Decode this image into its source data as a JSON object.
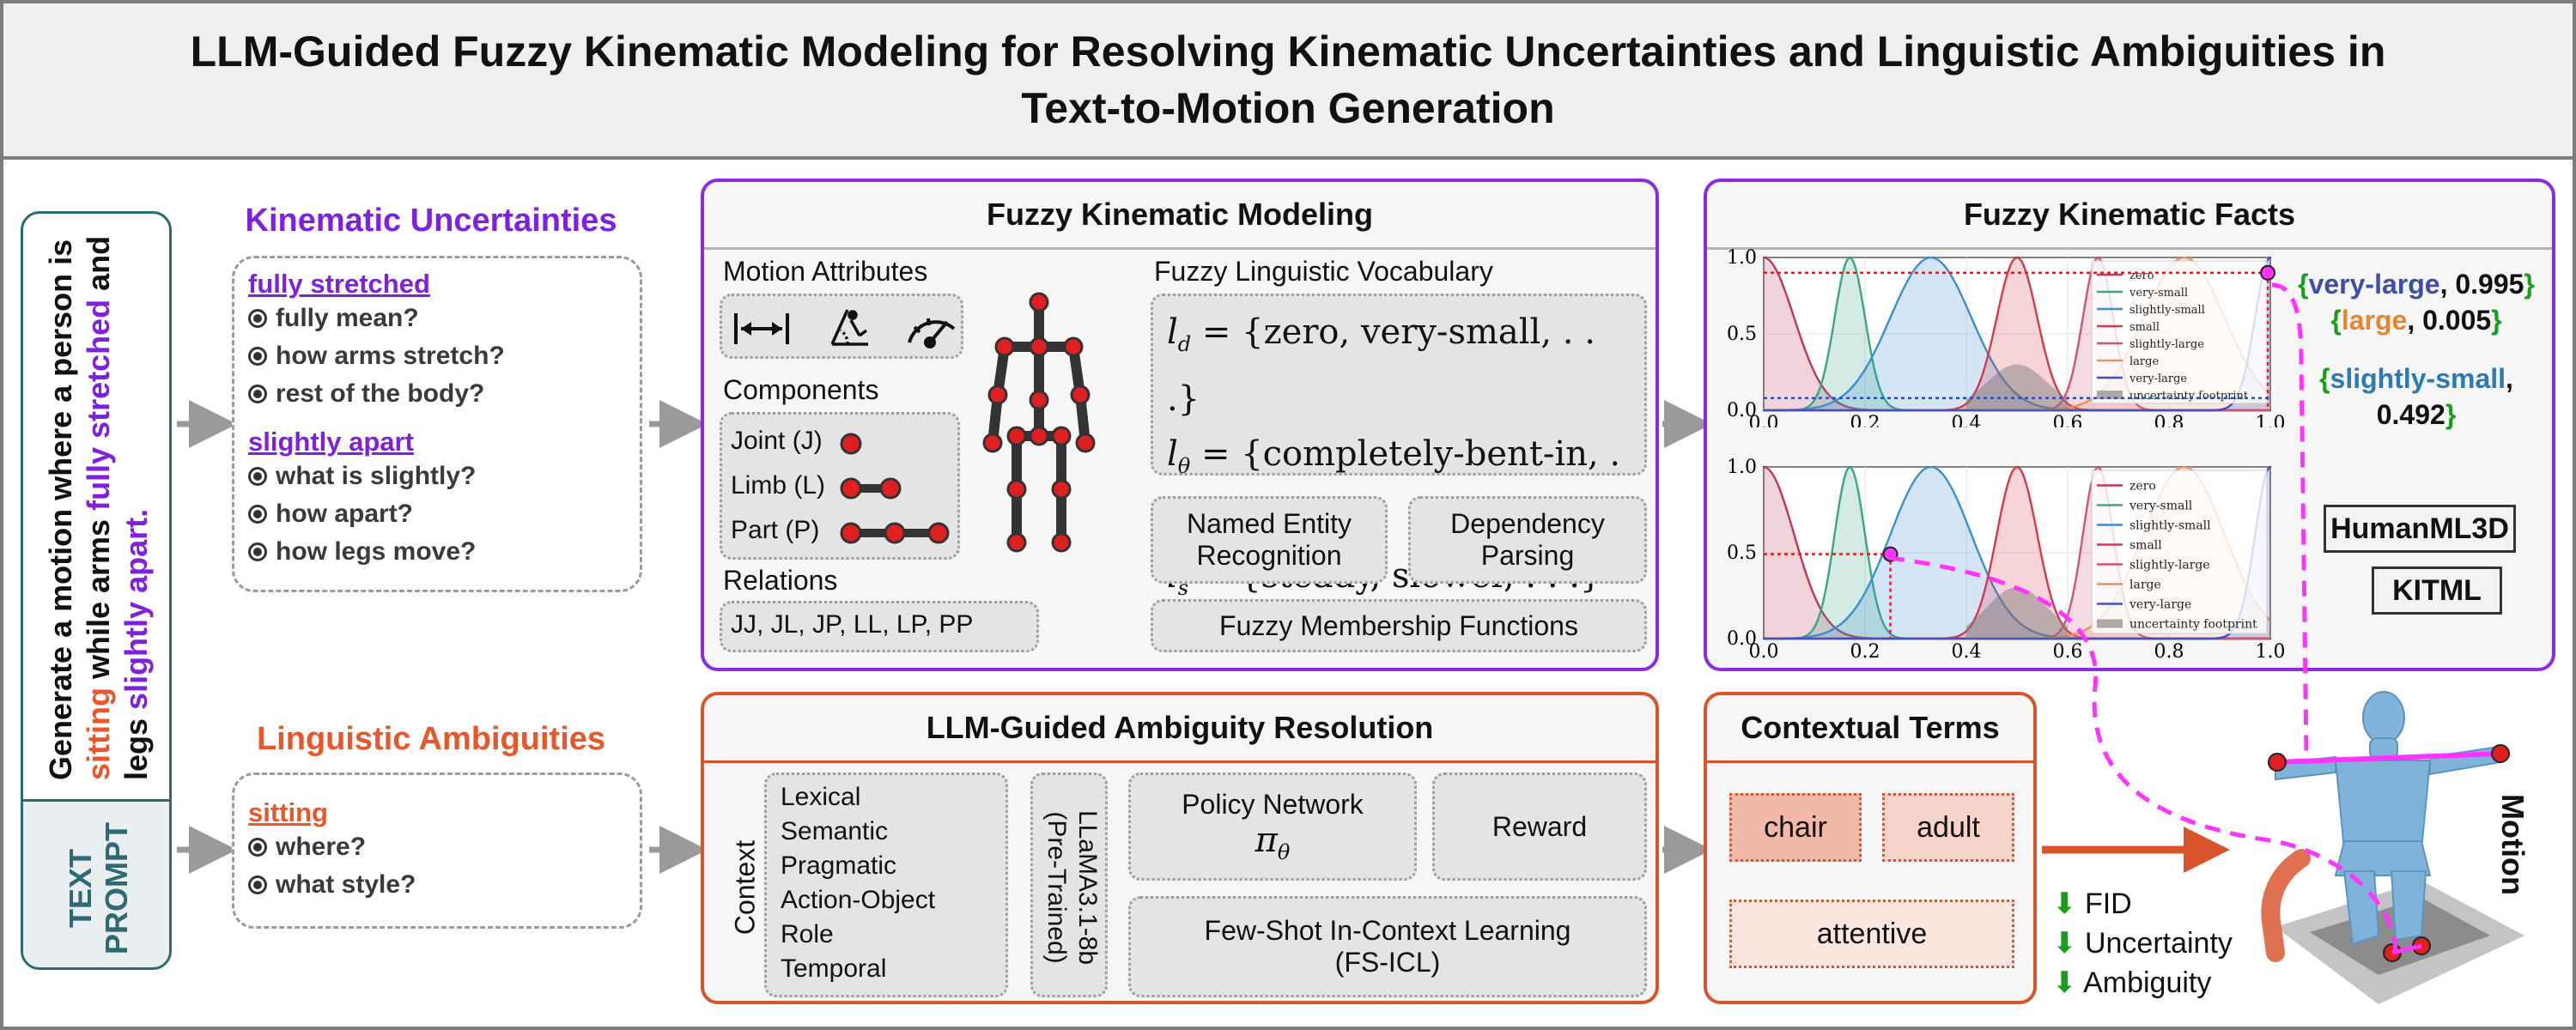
{
  "header": {
    "title_line1": "LLM-Guided Fuzzy Kinematic Modeling for Resolving Kinematic Uncertainties and Linguistic Ambiguities in",
    "title_line2": "Text-to-Motion Generation"
  },
  "prompt": {
    "seg1": "Generate a motion where a person is ",
    "word_sitting": "sitting",
    "seg2": " while arms ",
    "word_fully_stretched": "fully stretched",
    "seg3": " and legs ",
    "word_slightly_apart": "slightly apart.",
    "label_line1": "TEXT",
    "label_line2": "PROMPT"
  },
  "kinematic_uncertainties": {
    "title": "Kinematic Uncertainties",
    "group1_head": "fully stretched",
    "group1_items": [
      "fully mean?",
      "how arms stretch?",
      "rest of the body?"
    ],
    "group2_head": "slightly apart",
    "group2_items": [
      "what is slightly?",
      "how apart?",
      "how legs move?"
    ]
  },
  "linguistic_ambiguities": {
    "title": "Linguistic Ambiguities",
    "head": "sitting",
    "items": [
      "where?",
      "what style?"
    ]
  },
  "fuzzy_modeling": {
    "title": "Fuzzy Kinematic Modeling",
    "motion_attributes": "Motion Attributes",
    "components": "Components",
    "joint": "Joint (J)",
    "limb": "Limb (L)",
    "part": "Part (P)",
    "relations": "Relations",
    "relations_list": "JJ, JL, JP, LL, LP, PP",
    "vocab_title": "Fuzzy Linguistic Vocabulary",
    "vocab_d_sym": "l",
    "vocab_d_sub": "d",
    "vocab_d": " = {zero, very-small, . . .}",
    "vocab_theta_sym": "l",
    "vocab_theta_sub": "θ",
    "vocab_theta": " = {completely-bent-in, . . .}",
    "vocab_s_sym": "l",
    "vocab_s_sub": "s",
    "vocab_s": " = {steady, slower, . . .}",
    "ner_line1": "Named Entity",
    "ner_line2": "Recognition",
    "dep_line1": "Dependency",
    "dep_line2": "Parsing",
    "membership": "Fuzzy Membership Functions",
    "icons": [
      "distance-icon",
      "angle-icon",
      "speedometer-icon"
    ]
  },
  "facts": {
    "title": "Fuzzy Kinematic Facts",
    "legend": [
      "zero",
      "very-small",
      "slightly-small",
      "small",
      "slightly-large",
      "large",
      "very-large",
      "uncertainty footprint"
    ],
    "x_ticks": [
      "0.0",
      "0.2",
      "0.4",
      "0.6",
      "0.8",
      "1.0"
    ],
    "y_ticks": [
      "0.0",
      "0.5",
      "1.0"
    ],
    "out1_term": "very-large",
    "out1_val": "0.995",
    "out2_term": "large",
    "out2_val": "0.005",
    "out3_term": "slightly-small",
    "out3_val": "0.492",
    "brace_open": "{",
    "brace_close": "}",
    "comma": ", ",
    "bench1": "HumanML3D",
    "bench2": "KITML"
  },
  "ambiguity": {
    "title": "LLM-Guided Ambiguity Resolution",
    "context": "Context",
    "context_list": [
      "Lexical",
      "Semantic",
      "Pragmatic",
      "Action-Object",
      "Role",
      "Temporal"
    ],
    "llm_line1": "LLaMA3.1-8b",
    "llm_line2": "(Pre-Trained)",
    "policy": "Policy Network",
    "policy_sym": "π",
    "policy_sub": "θ",
    "reward": "Reward",
    "fsicl_line1": "Few-Shot In-Context Learning",
    "fsicl_line2": "(FS-ICL)"
  },
  "contextual": {
    "title": "Contextual Terms",
    "terms": [
      "chair",
      "adult",
      "attentive"
    ]
  },
  "metrics": [
    "FID",
    "Uncertainty",
    "Ambiguity"
  ],
  "motion_label": "Motion",
  "colors": {
    "purple": "#8a2be2",
    "orange": "#d9542a",
    "teal": "#2d6a73",
    "magenta": "#ff33ff",
    "green": "#1a9e1a",
    "blue_text": "#3b4fa8",
    "cyan_text": "#2a7ab8"
  },
  "chart_data": [
    {
      "type": "area",
      "x_ticks": [
        0.0,
        0.2,
        0.4,
        0.6,
        0.8,
        1.0
      ],
      "y_ticks": [
        0.0,
        0.5,
        1.0
      ],
      "xlim": [
        0,
        1
      ],
      "ylim": [
        0,
        1
      ],
      "legend_placement": "right",
      "series": [
        {
          "name": "zero",
          "type": "membership",
          "center": 0.0,
          "width": 0.06,
          "color": "#c0365a"
        },
        {
          "name": "very-small",
          "type": "membership",
          "center": 0.17,
          "width": 0.03,
          "color": "#3aa58a"
        },
        {
          "name": "slightly-small",
          "type": "membership",
          "center": 0.33,
          "width": 0.08,
          "color": "#3b8fd0"
        },
        {
          "name": "small",
          "type": "membership",
          "center": 0.5,
          "width": 0.04,
          "color": "#d63a4a"
        },
        {
          "name": "slightly-large",
          "type": "membership",
          "center": 0.66,
          "width": 0.03,
          "color": "#cc5577"
        },
        {
          "name": "large",
          "type": "membership",
          "center": 0.83,
          "width": 0.08,
          "color": "#e89060"
        },
        {
          "name": "very-large",
          "type": "membership",
          "center": 1.0,
          "width": 0.03,
          "color": "#3d50c8"
        },
        {
          "name": "uncertainty footprint",
          "type": "band",
          "center": 0.5,
          "width": 0.1,
          "color": "#777777"
        }
      ],
      "marker": {
        "x": 0.995,
        "y": 0.9
      }
    },
    {
      "type": "area",
      "x_ticks": [
        0.0,
        0.2,
        0.4,
        0.6,
        0.8,
        1.0
      ],
      "y_ticks": [
        0.0,
        0.5,
        1.0
      ],
      "xlim": [
        0,
        1
      ],
      "ylim": [
        0,
        1
      ],
      "legend_placement": "right",
      "series": [
        {
          "name": "zero",
          "type": "membership",
          "center": 0.0,
          "width": 0.06,
          "color": "#c0365a"
        },
        {
          "name": "very-small",
          "type": "membership",
          "center": 0.17,
          "width": 0.03,
          "color": "#3aa58a"
        },
        {
          "name": "slightly-small",
          "type": "membership",
          "center": 0.33,
          "width": 0.08,
          "color": "#3b8fd0"
        },
        {
          "name": "small",
          "type": "membership",
          "center": 0.5,
          "width": 0.04,
          "color": "#d63a4a"
        },
        {
          "name": "slightly-large",
          "type": "membership",
          "center": 0.66,
          "width": 0.03,
          "color": "#cc5577"
        },
        {
          "name": "large",
          "type": "membership",
          "center": 0.83,
          "width": 0.08,
          "color": "#e89060"
        },
        {
          "name": "very-large",
          "type": "membership",
          "center": 1.0,
          "width": 0.03,
          "color": "#3d50c8"
        },
        {
          "name": "uncertainty footprint",
          "type": "band",
          "center": 0.5,
          "width": 0.1,
          "color": "#777777"
        }
      ],
      "marker": {
        "x": 0.25,
        "y": 0.492
      }
    }
  ]
}
